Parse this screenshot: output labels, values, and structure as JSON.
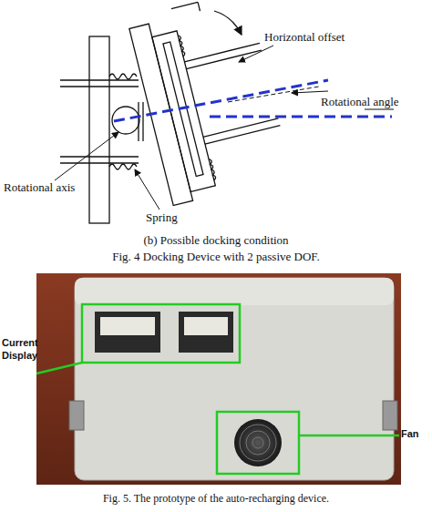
{
  "diagram": {
    "labels": [
      "Horizontal offset",
      "Rotational angle",
      "Rotational axis",
      "Spring",
      "(b) Possible docking condition",
      "Fig. 4 Docking Device with 2 passive DOF.",
      "Current Display",
      "Fan",
      "Fig. 5. The prototype of the auto-recharging device."
    ]
  }
}
